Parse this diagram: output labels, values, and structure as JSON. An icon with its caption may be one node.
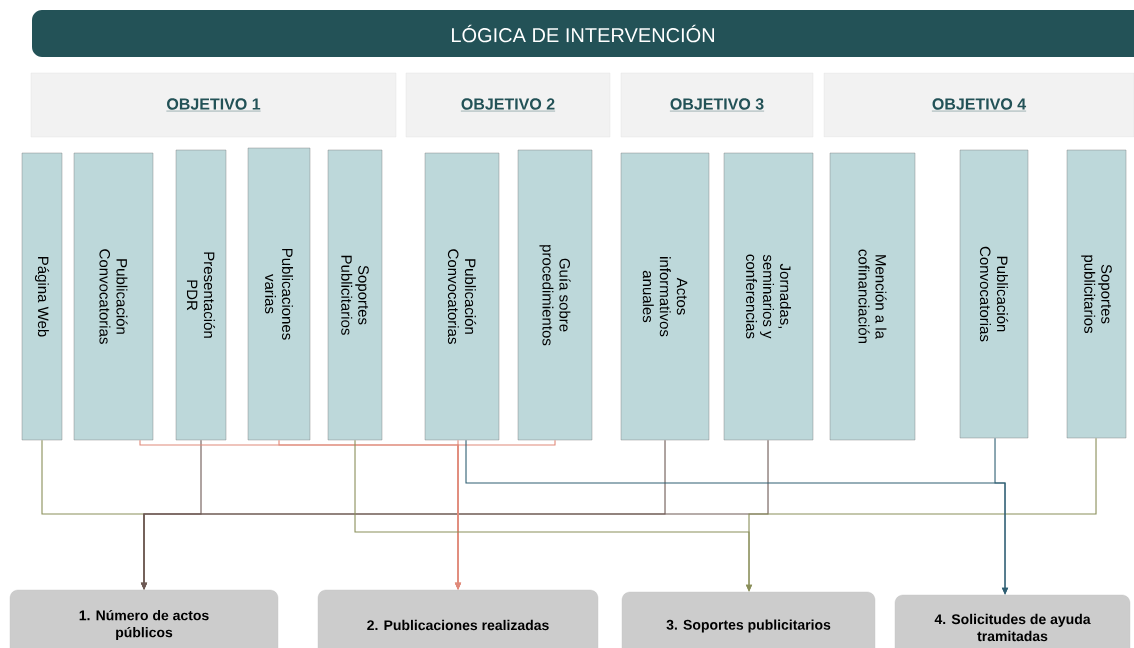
{
  "diagram": {
    "title": "LÓGICA DE INTERVENCIÓN",
    "nodes": [
      {
        "text": [
          "OBJETIVO 1"
        ]
      },
      {
        "text": [
          "OBJETIVO 2"
        ]
      },
      {
        "text": [
          "OBJETIVO 3"
        ]
      },
      {
        "text": [
          "OBJETIVO 4"
        ]
      },
      {
        "text": [
          "Página Web"
        ]
      },
      {
        "text": [
          "Publicación Convocatorias"
        ]
      },
      {
        "text": [
          "Presentación PDR"
        ]
      },
      {
        "text": [
          "Publicaciones varias"
        ]
      },
      {
        "text": [
          "Soportes Publicitarios"
        ]
      },
      {
        "text": [
          "Publicación Convocatorias"
        ]
      },
      {
        "text": [
          "Guía sobre procedimientos"
        ]
      },
      {
        "text": [
          "Actos informativos anuales"
        ]
      },
      {
        "text": [
          "Jornadas, seminarios y conferencias"
        ]
      },
      {
        "text": [
          "Mención a la cofinanciación"
        ]
      },
      {
        "text": [
          "Publicación Convocatorias"
        ]
      },
      {
        "text": [
          "Soportes publicitarios"
        ]
      },
      {
        "text": [
          "1. Número de actos públicos"
        ]
      },
      {
        "text": [
          "2. Publicaciones realizadas"
        ]
      },
      {
        "text": [
          "3. Soportes publicitarios"
        ]
      },
      {
        "text": [
          "4. Solicitudes de ayuda tramitadas"
        ]
      }
    ],
    "edges": [
      {
        "from": 4,
        "to": 16,
        "arrow": "to",
        "color": "#8a8f5a"
      },
      {
        "from": 6,
        "to": 16,
        "arrow": "to",
        "color": "#6e5a55"
      },
      {
        "from": 11,
        "to": 16,
        "arrow": "to",
        "color": "#6e5a55"
      },
      {
        "from": 12,
        "to": 16,
        "arrow": "to",
        "color": "#6e5a55"
      },
      {
        "from": 5,
        "to": 17,
        "arrow": "to",
        "color": "#e08a7a"
      },
      {
        "from": 7,
        "to": 17,
        "arrow": "to",
        "color": "#e08a7a"
      },
      {
        "from": 9,
        "to": 17,
        "arrow": "to",
        "color": "#e08a7a"
      },
      {
        "from": 10,
        "to": 17,
        "arrow": "to",
        "color": "#e08a7a"
      },
      {
        "from": 8,
        "to": 18,
        "arrow": "to",
        "color": "#8a8f5a"
      },
      {
        "from": 15,
        "to": 18,
        "arrow": "to",
        "color": "#8a8f5a"
      },
      {
        "from": 9,
        "to": 19,
        "arrow": "to",
        "color": "#2f5f73"
      },
      {
        "from": 14,
        "to": 19,
        "arrow": "to",
        "color": "#2f5f73"
      }
    ]
  }
}
